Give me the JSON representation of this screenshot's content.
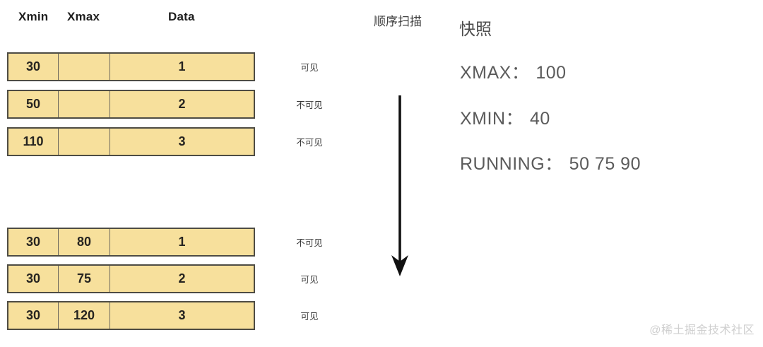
{
  "headers": {
    "xmin": "Xmin",
    "xmax": "Xmax",
    "data": "Data"
  },
  "scan": {
    "label": "顺序扫描"
  },
  "snapshot": {
    "title": "快照",
    "lines": [
      {
        "label": "XMAX：",
        "value": "100"
      },
      {
        "label": "XMIN：",
        "value": "40"
      },
      {
        "label": "RUNNING：",
        "value": "50 75 90"
      }
    ]
  },
  "tables": [
    {
      "rows": [
        {
          "xmin": "30",
          "xmax": "",
          "data": "1",
          "visibility": "可见"
        },
        {
          "xmin": "50",
          "xmax": "",
          "data": "2",
          "visibility": "不可见"
        },
        {
          "xmin": "110",
          "xmax": "",
          "data": "3",
          "visibility": "不可见"
        }
      ]
    },
    {
      "rows": [
        {
          "xmin": "30",
          "xmax": "80",
          "data": "1",
          "visibility": "不可见"
        },
        {
          "xmin": "30",
          "xmax": "75",
          "data": "2",
          "visibility": "可见"
        },
        {
          "xmin": "30",
          "xmax": "120",
          "data": "3",
          "visibility": "可见"
        }
      ]
    }
  ],
  "colors": {
    "tuple_fill": "#f7e09c",
    "tuple_border": "#4e4c44",
    "arrow": "#111111",
    "snapshot_text": "#5b5b5b"
  },
  "watermark": "@稀土掘金技术社区"
}
